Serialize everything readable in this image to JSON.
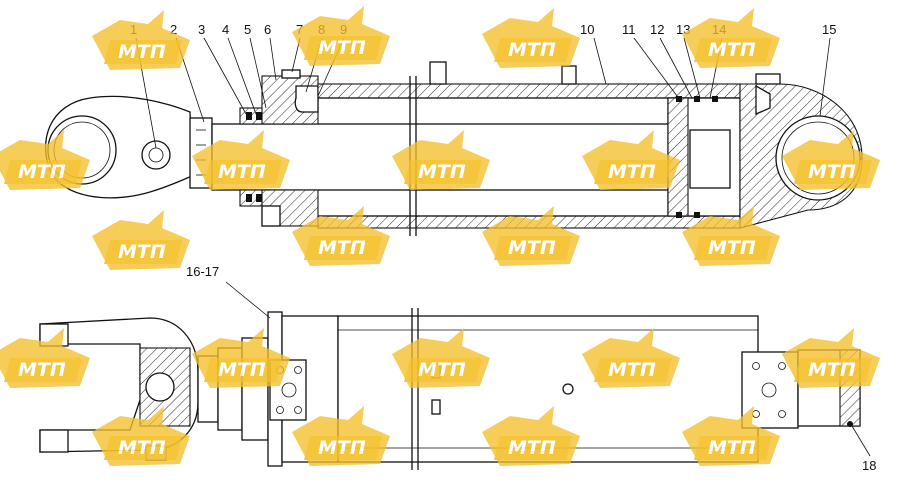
{
  "diagram": {
    "callouts": [
      "1",
      "2",
      "3",
      "4",
      "5",
      "6",
      "7",
      "8",
      "9",
      "10",
      "11",
      "12",
      "13",
      "14",
      "15",
      "16-17",
      "18"
    ]
  },
  "watermark": {
    "text": "МТП",
    "color": "#f5c02a",
    "text_color": "#ffffff"
  },
  "colors": {
    "line": "#111111",
    "background": "#ffffff"
  }
}
